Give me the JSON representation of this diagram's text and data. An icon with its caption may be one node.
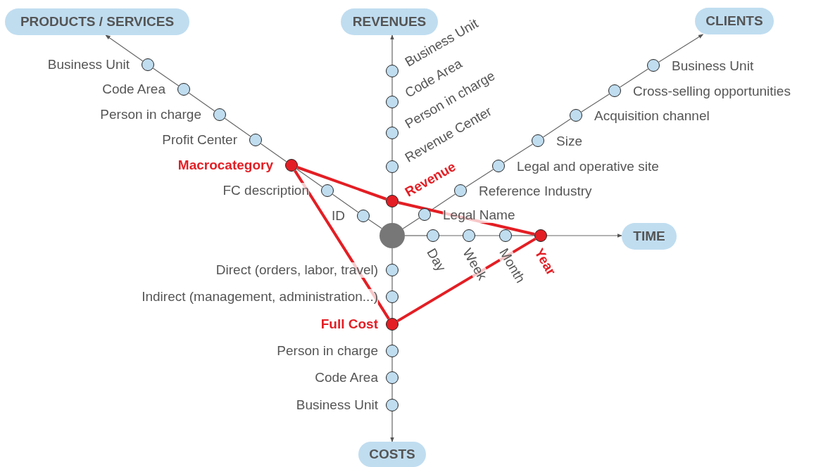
{
  "diagram": {
    "nodes": [
      {
        "text": [
          "PRODUCTS / SERVICES"
        ]
      },
      {
        "text": [
          "REVENUES"
        ]
      },
      {
        "text": [
          "CLIENTS"
        ]
      },
      {
        "text": [
          "TIME"
        ]
      },
      {
        "text": [
          "COSTS"
        ]
      },
      {
        "text": [],
        "shape": "circle"
      },
      {
        "text": [],
        "shape": "circle",
        "beside": [
          "ID"
        ]
      },
      {
        "text": [],
        "shape": "circle",
        "beside": [
          "FC description"
        ]
      },
      {
        "text": [],
        "shape": "circle",
        "beside": [
          "Macrocategory"
        ]
      },
      {
        "text": [],
        "shape": "circle",
        "beside": [
          "Profit Center"
        ]
      },
      {
        "text": [],
        "shape": "circle",
        "beside": [
          "Person in charge"
        ]
      },
      {
        "text": [],
        "shape": "circle",
        "beside": [
          "Code Area"
        ]
      },
      {
        "text": [],
        "shape": "circle",
        "beside": [
          "Business Unit"
        ]
      },
      {
        "text": [],
        "shape": "circle",
        "beside": [
          "Revenue"
        ]
      },
      {
        "text": [],
        "shape": "circle",
        "beside": [
          "Revenue Center"
        ]
      },
      {
        "text": [],
        "shape": "circle",
        "beside": [
          "Person in charge"
        ]
      },
      {
        "text": [],
        "shape": "circle",
        "beside": [
          "Code Area"
        ]
      },
      {
        "text": [],
        "shape": "circle",
        "beside": [
          "Business Unit"
        ]
      },
      {
        "text": [],
        "shape": "circle",
        "beside": [
          "Legal Name"
        ]
      },
      {
        "text": [],
        "shape": "circle",
        "beside": [
          "Reference Industry"
        ]
      },
      {
        "text": [],
        "shape": "circle",
        "beside": [
          "Legal and operative site"
        ]
      },
      {
        "text": [],
        "shape": "circle",
        "beside": [
          "Size"
        ]
      },
      {
        "text": [],
        "shape": "circle",
        "beside": [
          "Acquisition channel"
        ]
      },
      {
        "text": [],
        "shape": "circle",
        "beside": [
          "Cross-selling opportunities"
        ]
      },
      {
        "text": [],
        "shape": "circle",
        "beside": [
          "Business Unit"
        ]
      },
      {
        "text": [],
        "shape": "circle",
        "beside": [
          "Day"
        ]
      },
      {
        "text": [],
        "shape": "circle",
        "beside": [
          "Week"
        ]
      },
      {
        "text": [],
        "shape": "circle",
        "beside": [
          "Month"
        ]
      },
      {
        "text": [],
        "shape": "circle",
        "beside": [
          "Year"
        ]
      },
      {
        "text": [],
        "shape": "circle",
        "beside": [
          "Direct (orders, labor, travel)"
        ]
      },
      {
        "text": [],
        "shape": "circle",
        "beside": [
          "Indirect (management, administration...)"
        ]
      },
      {
        "text": [],
        "shape": "circle",
        "beside": [
          "Full Cost"
        ]
      },
      {
        "text": [],
        "shape": "circle",
        "beside": [
          "Person in charge"
        ]
      },
      {
        "text": [],
        "shape": "circle",
        "beside": [
          "Code Area"
        ]
      },
      {
        "text": [],
        "shape": "circle",
        "beside": [
          "Business Unit"
        ]
      }
    ],
    "edges": [
      {
        "from": 5,
        "to": 6,
        "arrow": "none"
      },
      {
        "from": 6,
        "to": 7,
        "arrow": "none"
      },
      {
        "from": 7,
        "to": 8,
        "arrow": "none"
      },
      {
        "from": 8,
        "to": 9,
        "arrow": "none"
      },
      {
        "from": 9,
        "to": 10,
        "arrow": "none"
      },
      {
        "from": 10,
        "to": 11,
        "arrow": "none"
      },
      {
        "from": 11,
        "to": 12,
        "arrow": "none"
      },
      {
        "from": 12,
        "to": 0,
        "arrow": "to"
      },
      {
        "from": 5,
        "to": 13,
        "arrow": "none"
      },
      {
        "from": 13,
        "to": 14,
        "arrow": "none"
      },
      {
        "from": 14,
        "to": 15,
        "arrow": "none"
      },
      {
        "from": 15,
        "to": 16,
        "arrow": "none"
      },
      {
        "from": 16,
        "to": 17,
        "arrow": "none"
      },
      {
        "from": 17,
        "to": 1,
        "arrow": "to"
      },
      {
        "from": 5,
        "to": 18,
        "arrow": "none"
      },
      {
        "from": 18,
        "to": 19,
        "arrow": "none"
      },
      {
        "from": 19,
        "to": 20,
        "arrow": "none"
      },
      {
        "from": 20,
        "to": 21,
        "arrow": "none"
      },
      {
        "from": 21,
        "to": 22,
        "arrow": "none"
      },
      {
        "from": 22,
        "to": 23,
        "arrow": "none"
      },
      {
        "from": 23,
        "to": 24,
        "arrow": "none"
      },
      {
        "from": 24,
        "to": 2,
        "arrow": "to"
      },
      {
        "from": 5,
        "to": 25,
        "arrow": "none"
      },
      {
        "from": 25,
        "to": 26,
        "arrow": "none"
      },
      {
        "from": 26,
        "to": 27,
        "arrow": "none"
      },
      {
        "from": 27,
        "to": 28,
        "arrow": "none"
      },
      {
        "from": 28,
        "to": 3,
        "arrow": "to"
      },
      {
        "from": 5,
        "to": 29,
        "arrow": "none"
      },
      {
        "from": 29,
        "to": 30,
        "arrow": "none"
      },
      {
        "from": 30,
        "to": 31,
        "arrow": "none"
      },
      {
        "from": 31,
        "to": 32,
        "arrow": "none"
      },
      {
        "from": 32,
        "to": 33,
        "arrow": "none"
      },
      {
        "from": 33,
        "to": 34,
        "arrow": "none"
      },
      {
        "from": 34,
        "to": 4,
        "arrow": "to"
      },
      {
        "from": 8,
        "to": 13,
        "arrow": "none",
        "style": "thick",
        "color": "#e31e24"
      },
      {
        "from": 13,
        "to": 28,
        "arrow": "none",
        "style": "thick",
        "color": "#e31e24"
      },
      {
        "from": 8,
        "to": 31,
        "arrow": "none",
        "style": "thick",
        "color": "#e31e24"
      },
      {
        "from": 31,
        "to": 28,
        "arrow": "none",
        "style": "thick",
        "color": "#e31e24"
      }
    ]
  }
}
